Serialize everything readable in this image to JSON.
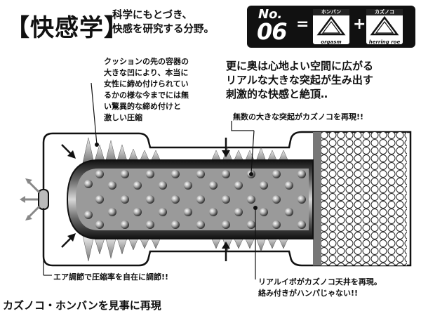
{
  "header": {
    "title": "【快感学】",
    "subtitle_line1": "科学にもとづき、",
    "subtitle_line2": "快感を研究する分野。"
  },
  "badge": {
    "no_label": "No.",
    "number": "06",
    "equals": "=",
    "plus": "+",
    "recycle_left": {
      "label": "ホンバン",
      "caption": "orgasm"
    },
    "recycle_right": {
      "label": "カズノコ",
      "caption": "herring roe"
    }
  },
  "annotations": {
    "cushion_note": [
      "クッションの先の容器の",
      "大きな凹により、本当に",
      "女性に締め付けられてい",
      "るかの様な今までには無",
      "い驚異的な締め付けと",
      "激しい圧縮"
    ],
    "headline": [
      "更に奥は心地よい空間に広がる",
      "リアルな大きな突起が生み出す",
      "刺激的な快感と絶頂‥"
    ],
    "bumps_callout": "無数の大きな突起がカズノコを再現!!",
    "air_callout": "エア調節で圧縮率を自在に調節!!",
    "ceiling_callout_line1": "リアルイボがカズノコ天井を再現。",
    "ceiling_callout_line2": "絡み付きがハンパじゃない!!"
  },
  "footer": {
    "tagline": "カズノコ・ホンバンを見事に再現"
  }
}
